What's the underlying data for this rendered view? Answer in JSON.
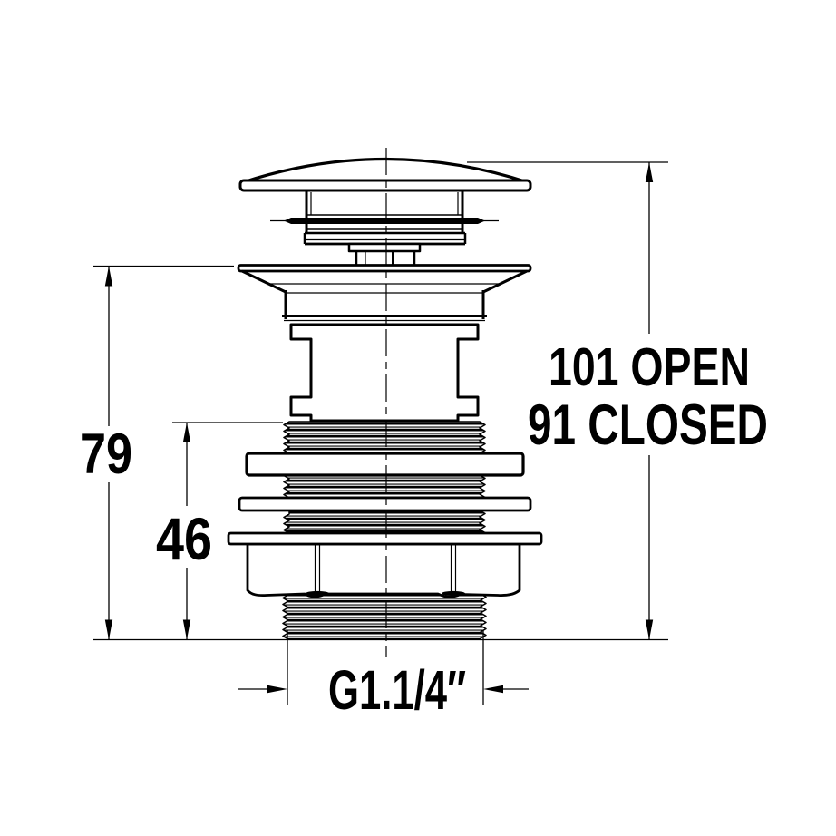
{
  "colors": {
    "ink": "#000000",
    "paper": "#ffffff"
  },
  "drawing": {
    "type": "technical-drawing",
    "subject": "basin-waste-valve-cross-section",
    "dimensions": {
      "overall_open": "101 OPEN",
      "overall_closed": "91 CLOSED",
      "body_height": "79",
      "thread_length": "46",
      "thread_size": "G1.1/4″"
    }
  }
}
